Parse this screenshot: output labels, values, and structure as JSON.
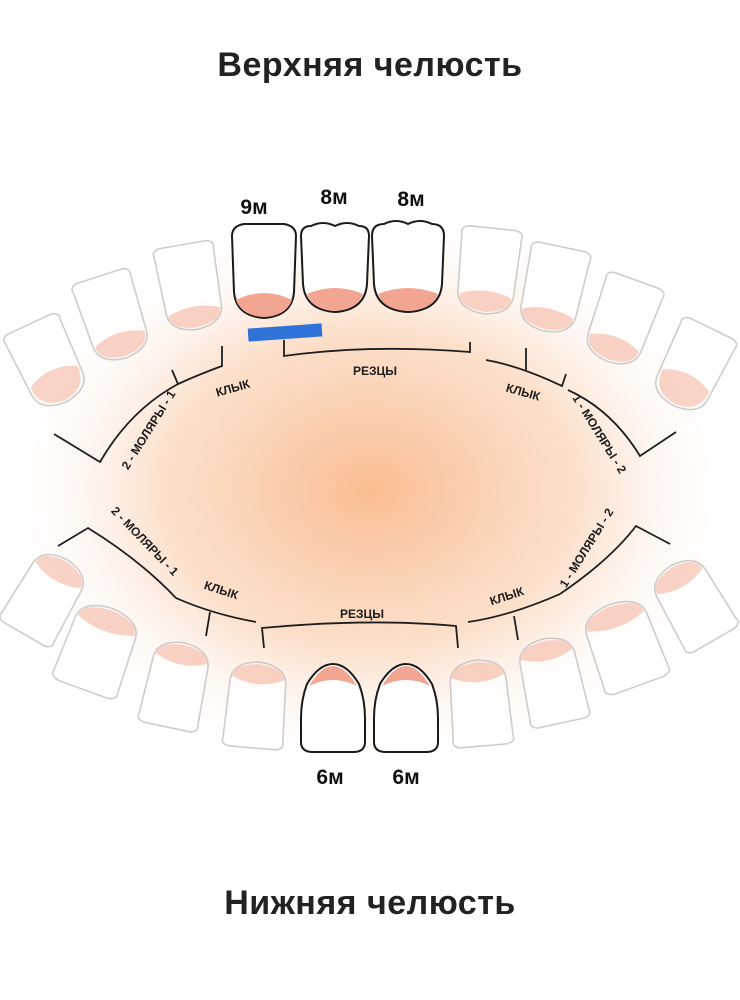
{
  "upper_jaw": {
    "title": "Верхняя челюсть",
    "group_labels": {
      "incisors": "РЕЗЦЫ",
      "canine_left": "КЛЫК",
      "canine_right": "КЛЫК",
      "molars_left": "2 - МОЛЯРЫ - 1",
      "molars_right": "1 - МОЛЯРЫ - 2"
    },
    "highlighted_teeth": [
      {
        "age": "9м"
      },
      {
        "age": "8м"
      },
      {
        "age": "8м"
      }
    ]
  },
  "lower_jaw": {
    "title": "Нижняя челюсть",
    "group_labels": {
      "incisors": "РЕЗЦЫ",
      "canine_left": "КЛЫК",
      "canine_right": "КЛЫК",
      "molars_left": "2 - МОЛЯРЫ - 1",
      "molars_right": "1 - МОЛЯРЫ - 2"
    },
    "highlighted_teeth": [
      {
        "age": "6м"
      },
      {
        "age": "6м"
      }
    ]
  },
  "colors": {
    "glow": "#f9b98c",
    "gum": "#f2a691",
    "marker": "#2f73d8",
    "outline": "#1a1a1a"
  }
}
